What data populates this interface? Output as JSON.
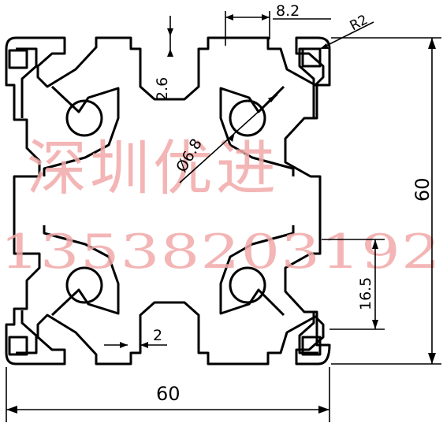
{
  "drawing": {
    "dimensions": {
      "slot_opening": "8.2",
      "corner_radius": "R2",
      "lip_thickness": "2.6",
      "hole_diameter": "Ø6.8",
      "height": "60",
      "width": "60",
      "wall_thickness": "2",
      "slot_depth": "16.5"
    },
    "watermark": {
      "company": "深圳优进",
      "phone": "13538203192"
    },
    "colors": {
      "line": "#000000",
      "watermark": "#f1a9a9",
      "background": "#ffffff"
    }
  }
}
